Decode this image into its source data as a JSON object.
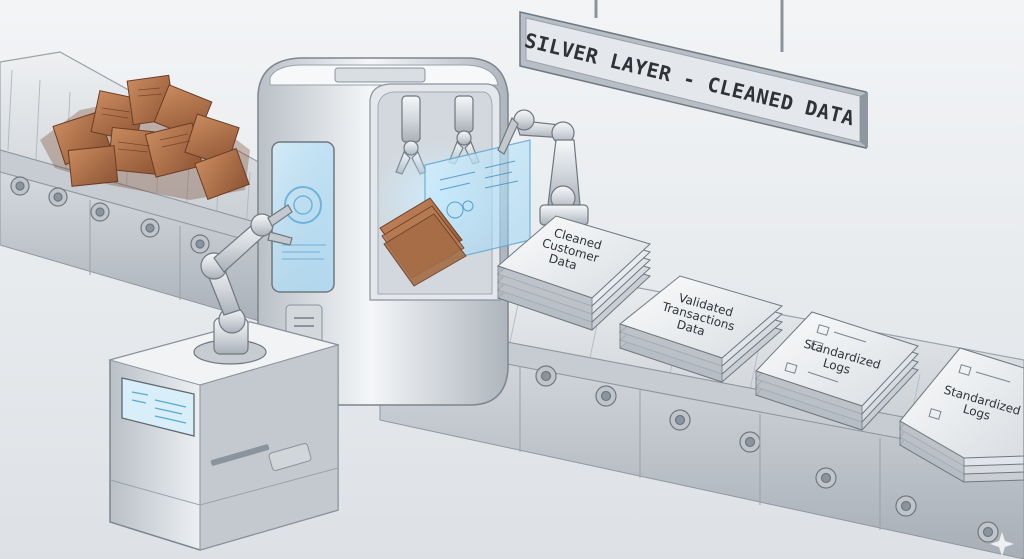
{
  "sign": {
    "title": "SILVER LAYER - CLEANED DATA"
  },
  "stacks": [
    {
      "line1": "Cleaned",
      "line2": "Customer",
      "line3": "Data"
    },
    {
      "line1": "Validated",
      "line2": "Transactions",
      "line3": "Data"
    },
    {
      "line1": "Standardized",
      "line2": "Logs",
      "line3": ""
    },
    {
      "line1": "Standardized",
      "line2": "Logs",
      "line3": ""
    }
  ],
  "colors": {
    "background": "#e9ecef",
    "metal_light": "#f3f5f7",
    "metal_mid": "#c9ced4",
    "metal_dark": "#8b939c",
    "raw_paper": "#a86a44",
    "hologram": "#9fd8f5"
  }
}
